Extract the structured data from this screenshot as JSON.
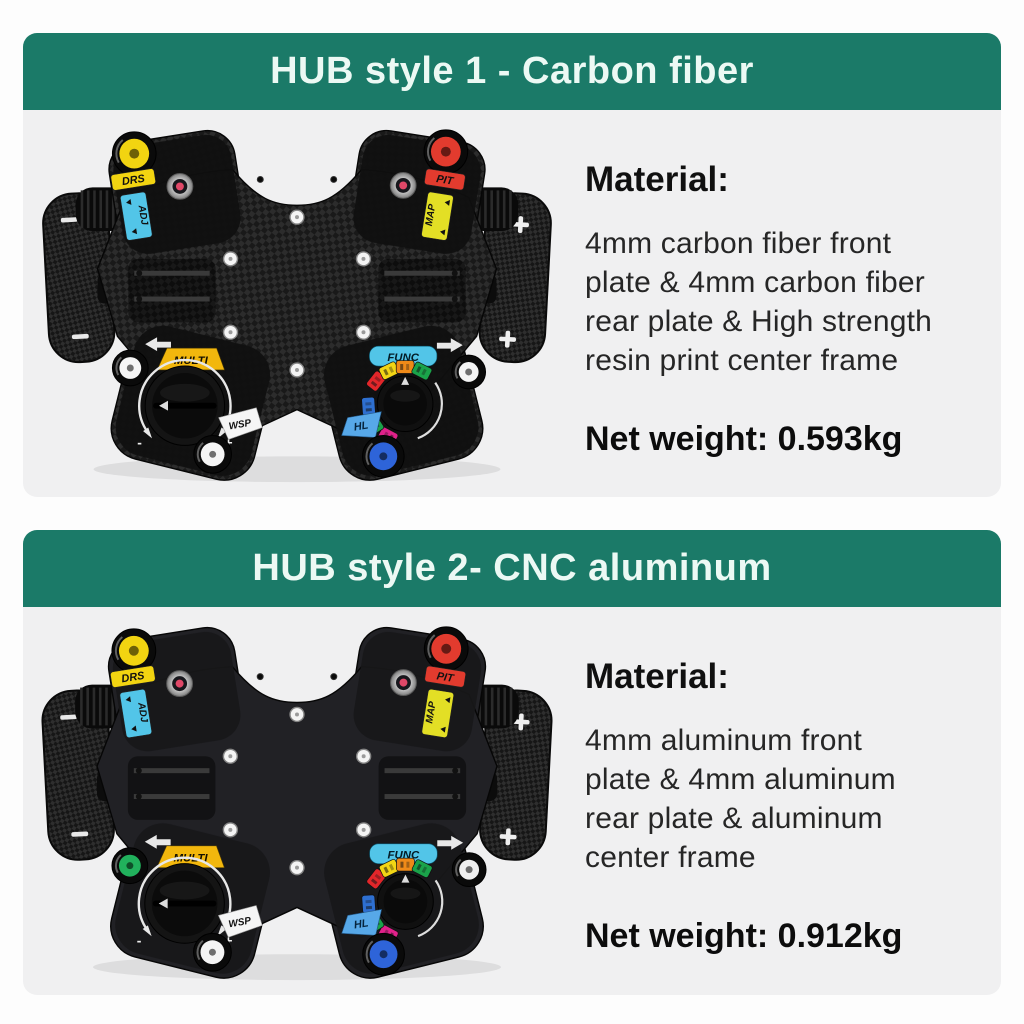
{
  "page": {
    "background": "#ffffff"
  },
  "theme": {
    "banner_color": "#1b7a68",
    "banner_text_color": "#ecf9f4",
    "card_background": "#f0f0f1",
    "title_color": "#101010",
    "body_text_color": "#262626"
  },
  "sections": [
    {
      "header": "HUB style 1 - Carbon fiber",
      "material_title": "Material:",
      "material_lines": [
        "4mm carbon fiber front",
        "plate & 4mm carbon fiber",
        "rear plate & High strength",
        "resin print center frame"
      ],
      "net_weight": "Net weight: 0.593kg",
      "hub": {
        "style": "carbon-fiber",
        "labels": {
          "drs": "DRS",
          "adj": "ADJ",
          "pit": "PIT",
          "map": "MAP",
          "multi": "MULTI",
          "func": "FUNC",
          "wsp": "WSP",
          "hl": "HL",
          "minus": "-",
          "plus": "+"
        },
        "colors": {
          "plate": "carbon",
          "pod": "#101010",
          "top_left_button": "#f2d411",
          "top_right_button": "#e23b2e",
          "aux_left_button": "#f5f5f5",
          "wsp_button": "#f5f5f5",
          "func_aux_button": "#f5f5f5",
          "hl_button": "#2e64d9",
          "drs_label": "#f2d411",
          "adj_label": "#52c5e8",
          "pit_label": "#e23b2e",
          "map_label": "#e3df25",
          "multi_label": "#f2b70d",
          "func_label": "#52c5e8",
          "hl_label": "#57a8e8",
          "func_segments": [
            "#e0218a",
            "#1aa34a",
            "#2e6fd0",
            "#e2262a",
            "#f3d515",
            "#ef8a18",
            "#1aa34a"
          ]
        }
      }
    },
    {
      "header": "HUB style 2- CNC aluminum",
      "material_title": "Material:",
      "material_lines": [
        "4mm aluminum front",
        "plate & 4mm aluminum",
        "rear plate & aluminum",
        "center frame"
      ],
      "net_weight": "Net weight: 0.912kg",
      "hub": {
        "style": "cnc-aluminum",
        "labels": {
          "drs": "DRS",
          "adj": "ADJ",
          "pit": "PIT",
          "map": "MAP",
          "multi": "MULTI",
          "func": "FUNC",
          "wsp": "WSP",
          "hl": "HL",
          "minus": "-",
          "plus": "+"
        },
        "colors": {
          "plate": "#212125",
          "pod": "#18181a",
          "top_left_button": "#f2d411",
          "top_right_button": "#e23b2e",
          "aux_left_button": "#21b15c",
          "wsp_button": "#f5f5f5",
          "func_aux_button": "#f0f0f0",
          "hl_button": "#2e64d9",
          "drs_label": "#f2d411",
          "adj_label": "#52c5e8",
          "pit_label": "#e23b2e",
          "map_label": "#e3df25",
          "multi_label": "#f2b70d",
          "func_label": "#52c5e8",
          "hl_label": "#57a8e8",
          "func_segments": [
            "#e0218a",
            "#1aa34a",
            "#2e6fd0",
            "#e2262a",
            "#f3d515",
            "#ef8a18",
            "#1aa34a"
          ]
        }
      }
    }
  ]
}
